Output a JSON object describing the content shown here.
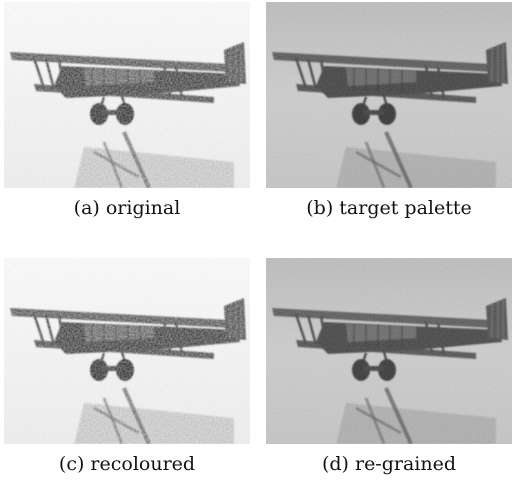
{
  "figure": {
    "panels": [
      {
        "id": "a",
        "caption": "(a) original",
        "tone": "bright-speckled"
      },
      {
        "id": "b",
        "caption": "(b) target palette",
        "tone": "grey-grainy"
      },
      {
        "id": "c",
        "caption": "(c) recoloured",
        "tone": "bright-speckled"
      },
      {
        "id": "d",
        "caption": "(d) re-grained",
        "tone": "grey-grainy"
      }
    ]
  }
}
